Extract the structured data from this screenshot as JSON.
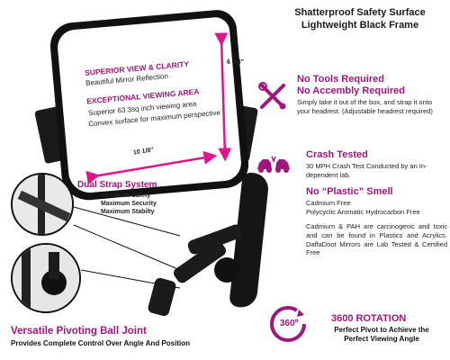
{
  "mirror": {
    "heading1": "SUPERIOR VIEW & CLARITY",
    "line1": "Beautiful Mirror Reflection",
    "heading2": "EXCEPTIONAL VIEWING AREA",
    "line2": "Superior 63.3sq inch viewing area",
    "line3": "Convex surface for maximum perspective",
    "height_label": "6 1/4\"",
    "width_label": "10 1/8\""
  },
  "features": {
    "title_line1": "Shatterproof Safety Surface",
    "title_line2": "Lightweight Black Frame",
    "tools_head1": "No Tools Required",
    "tools_head2": "No Accembly Required",
    "tools_text": "Simply take it out of the box, and strap it onto your headrest. (Adjustable headrest required)",
    "crash_head": "Crash Tested",
    "crash_text": "30 MPH Crash Test Conducted by an In-dependent lab.",
    "smell_head": "No “Plastic” Smell",
    "smell_line1": "Cadmium Free",
    "smell_line2": "Polycyclic Aromatic Hydrocarbon Free",
    "smell_para": "Cadmium & PAH are carcinogenic and toxic and can be found in Plastics and Acrylics. DaffaDoot Mirrors are Lab Tested & Certified Free"
  },
  "strap": {
    "title": "Dual Strap System",
    "line1": "Maximum Safety",
    "line2": "Maximum Security",
    "line3": "Maximum Stabilty"
  },
  "ball_joint": {
    "title": "Versatile Pivoting Ball Joint",
    "subtitle": "Provides Complete Control Over Angle And Position"
  },
  "rotation": {
    "badge": "360º",
    "title": "3600 ROTATION",
    "sub_line1": "Perfect Pivot to Achieve the",
    "sub_line2": "Perfect Viewing Angle"
  },
  "colors": {
    "accent": "#a0167d",
    "frame": "#111111"
  },
  "icons": [
    "tools-icon",
    "crash-car-icon",
    "rotation-360-icon"
  ]
}
